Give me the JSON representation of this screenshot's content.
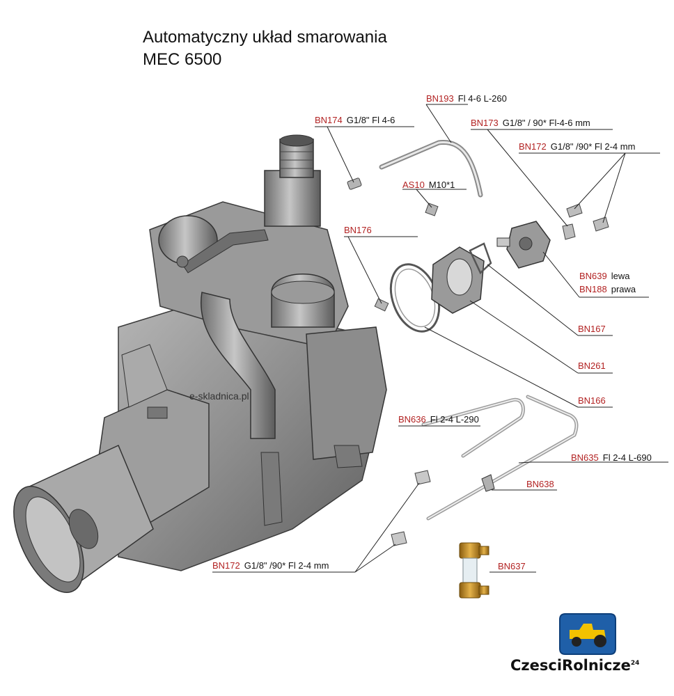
{
  "title": {
    "line1": "Automatyczny układ smarowania",
    "line2": "MEC 6500"
  },
  "watermark": "e-skladnica.pl",
  "brand": {
    "name_a": "Czesci",
    "name_b": "Rolnicze",
    "sup": "24"
  },
  "parts": {
    "bn193": {
      "code": "BN193",
      "spec": "Fl  4-6 L-260"
    },
    "bn174": {
      "code": "BN174",
      "spec": "G1/8\" Fl  4-6"
    },
    "bn173": {
      "code": "BN173",
      "spec": "G1/8\" / 90* Fl-4-6 mm"
    },
    "bn172_top": {
      "code": "BN172",
      "spec": "G1/8\" /90*  Fl 2-4 mm"
    },
    "as10": {
      "code": "AS10",
      "spec": "M10*1"
    },
    "bn176": {
      "code": "BN176",
      "spec": ""
    },
    "bn639": {
      "code": "BN639",
      "spec": "lewa"
    },
    "bn188": {
      "code": "BN188",
      "spec": "prawa"
    },
    "bn167": {
      "code": "BN167",
      "spec": ""
    },
    "bn261": {
      "code": "BN261",
      "spec": ""
    },
    "bn166": {
      "code": "BN166",
      "spec": ""
    },
    "bn636": {
      "code": "BN636",
      "spec": "Fl 2-4 L-290"
    },
    "bn635": {
      "code": "BN635",
      "spec": "Fl 2-4 L-690"
    },
    "bn638": {
      "code": "BN638",
      "spec": ""
    },
    "bn172_bottom": {
      "code": "BN172",
      "spec": "G1/8\" /90*  Fl 2-4 mm"
    },
    "bn637": {
      "code": "BN637",
      "spec": ""
    }
  },
  "colors": {
    "code": "#b22222",
    "pump_body": "#8a8a8a",
    "pump_dark": "#5a5a5a",
    "brass": "#c8962e",
    "logo_blue": "#1f5fa8",
    "logo_yellow": "#f2c200"
  }
}
